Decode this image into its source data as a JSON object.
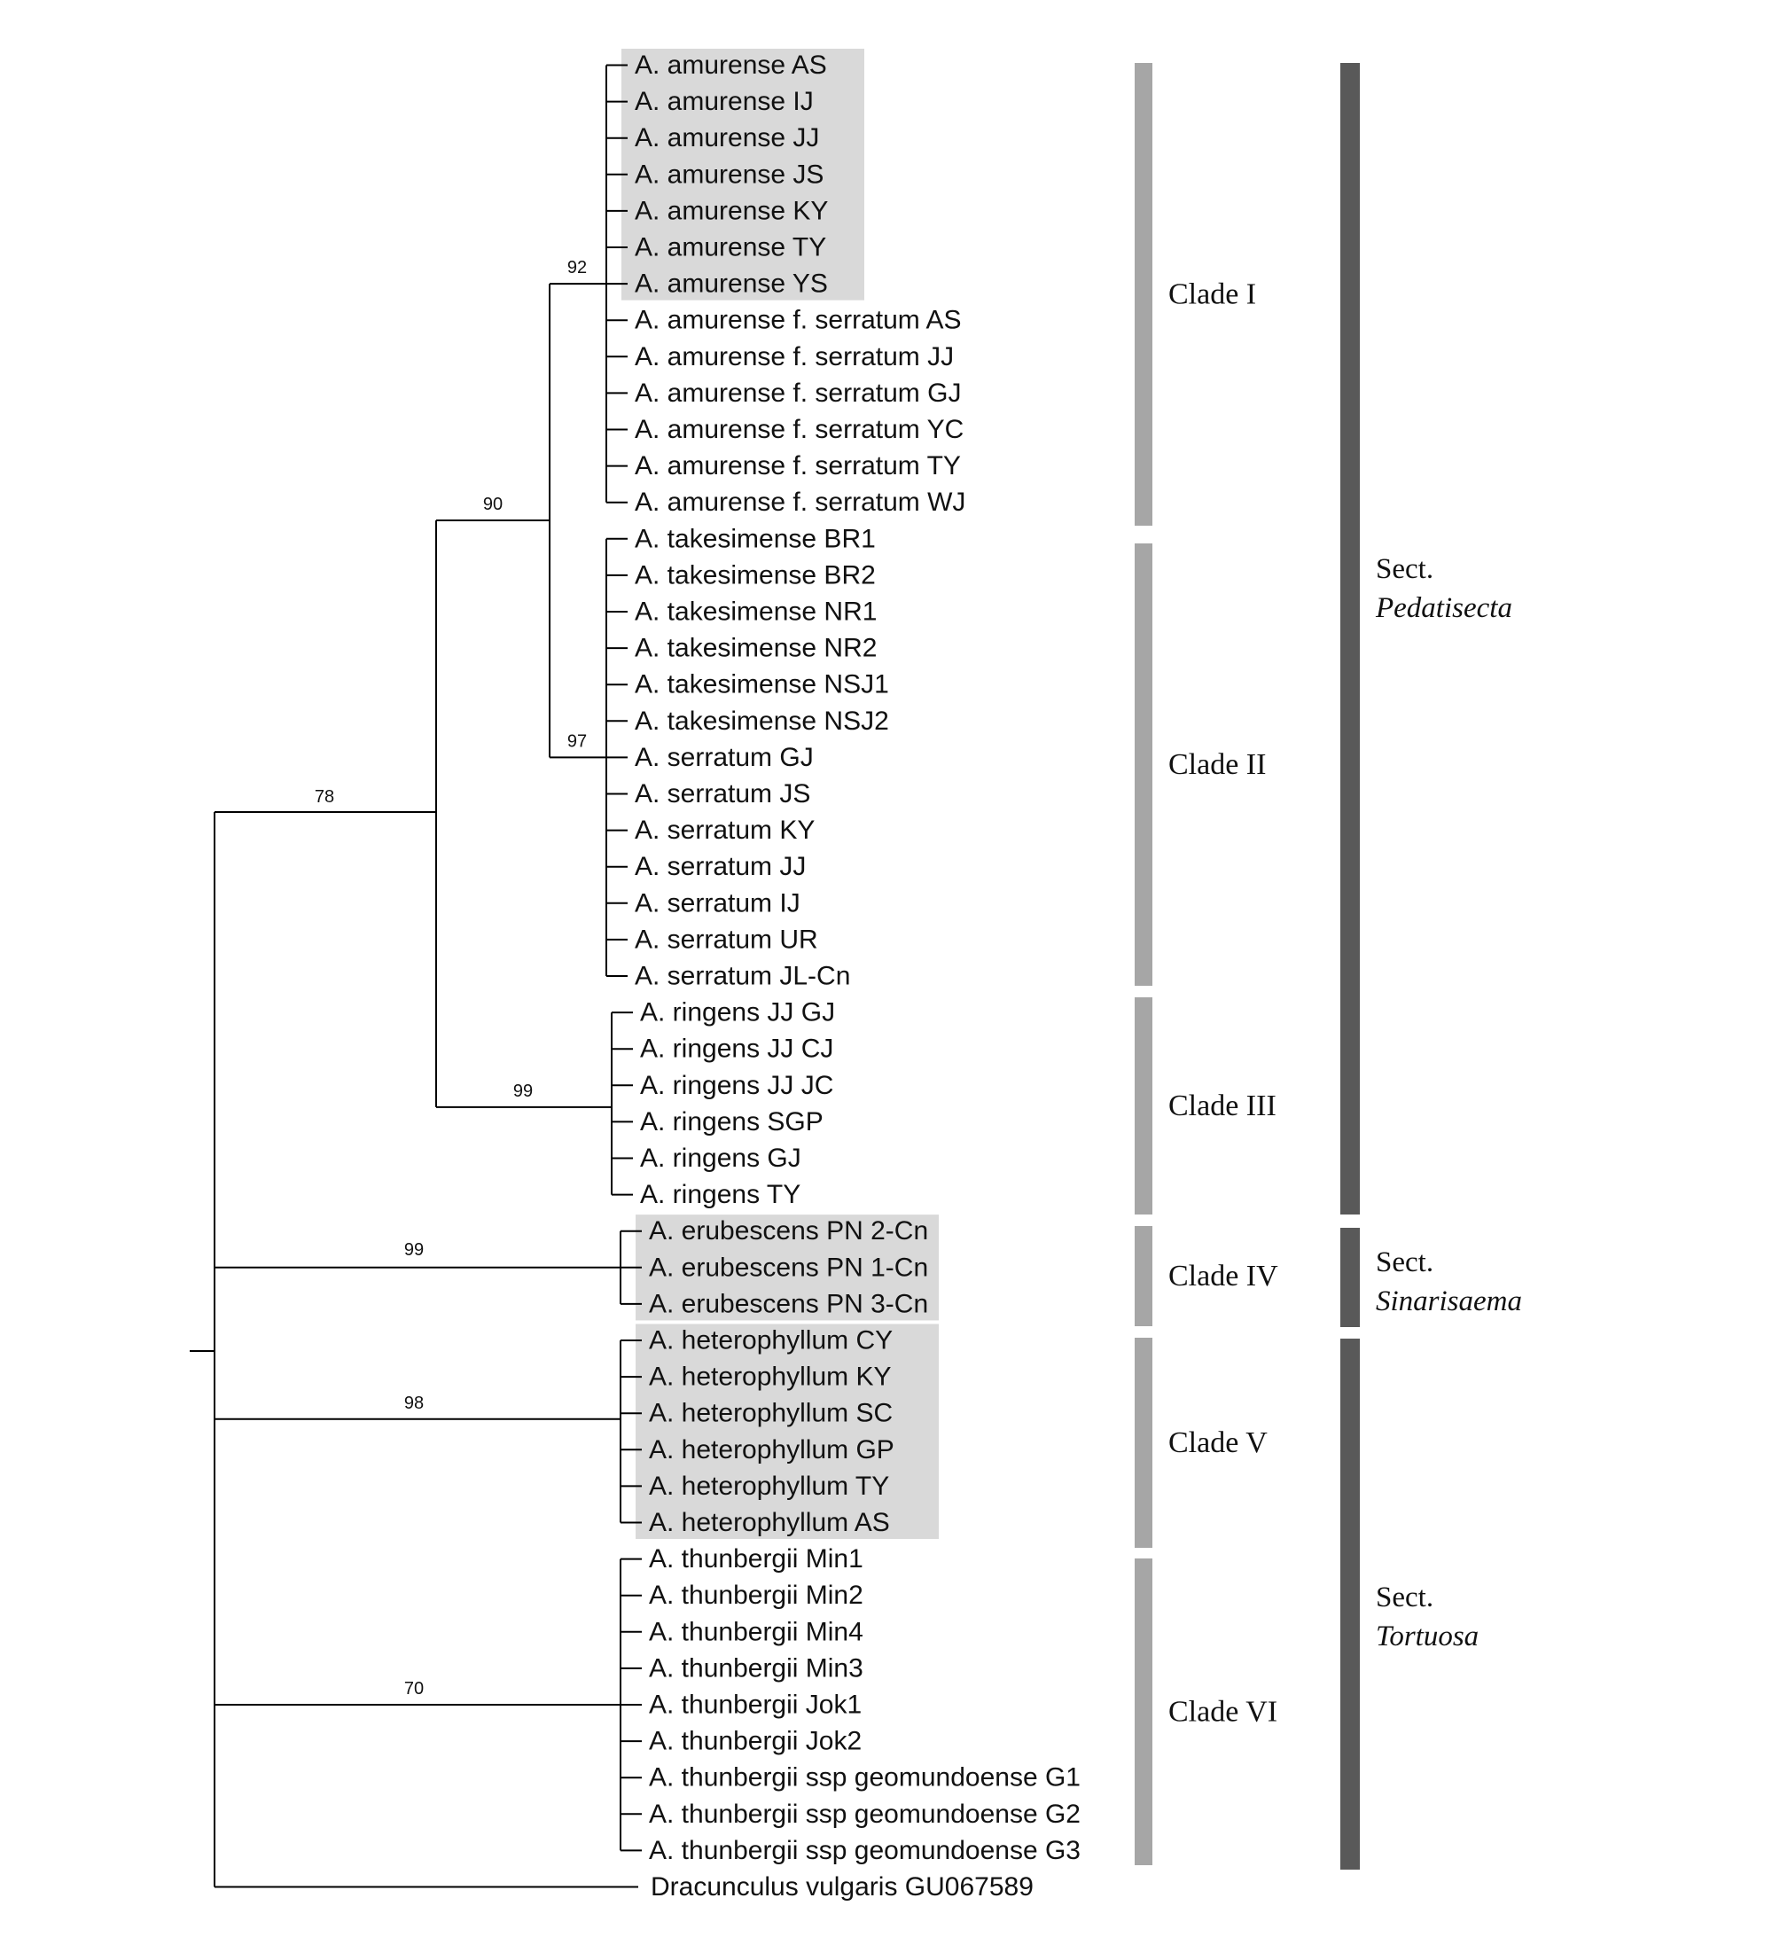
{
  "colors": {
    "highlight": "#d9d9d9",
    "clade_bar": "#a6a6a6",
    "section_bar": "#595959",
    "line": "#000000"
  },
  "tree": {
    "outgroup": "Dracunculus vulgaris GU067589",
    "bootstrap": {
      "amurense_clade": "92",
      "clades_I_II": "90",
      "clade_II": "97",
      "pedatisecta": "78",
      "clade_III": "99",
      "clade_IV": "99",
      "clade_V": "98",
      "clade_VI": "70"
    },
    "groups": [
      {
        "key": "clade1",
        "highlighted_count": 7,
        "taxa": [
          "A. amurense AS",
          "A. amurense IJ",
          "A. amurense JJ",
          "A. amurense JS",
          "A. amurense KY",
          "A. amurense TY",
          "A. amurense YS",
          "A. amurense f. serratum AS",
          "A. amurense f. serratum JJ",
          "A. amurense f. serratum GJ",
          "A. amurense f. serratum YC",
          "A. amurense f. serratum TY",
          "A. amurense f. serratum WJ"
        ]
      },
      {
        "key": "clade2",
        "highlighted_count": 0,
        "taxa": [
          "A. takesimense BR1",
          "A. takesimense BR2",
          "A. takesimense NR1",
          "A. takesimense NR2",
          "A. takesimense NSJ1",
          "A. takesimense NSJ2",
          "A. serratum GJ",
          "A. serratum JS",
          "A. serratum KY",
          "A. serratum JJ",
          "A. serratum IJ",
          "A. serratum UR",
          "A. serratum JL-Cn"
        ]
      },
      {
        "key": "clade3",
        "highlighted_count": 0,
        "taxa": [
          "A. ringens JJ GJ",
          "A. ringens JJ CJ",
          "A. ringens JJ JC",
          "A. ringens SGP",
          "A. ringens GJ",
          "A. ringens TY"
        ]
      },
      {
        "key": "clade4",
        "highlighted_count": 3,
        "taxa": [
          "A. erubescens PN 2-Cn",
          "A. erubescens PN 1-Cn",
          "A. erubescens PN 3-Cn"
        ]
      },
      {
        "key": "clade5",
        "highlighted_count": 6,
        "taxa": [
          "A. heterophyllum CY",
          "A. heterophyllum KY",
          "A. heterophyllum SC",
          "A. heterophyllum GP",
          "A. heterophyllum TY",
          "A. heterophyllum AS"
        ]
      },
      {
        "key": "clade6",
        "highlighted_count": 0,
        "taxa": [
          "A. thunbergii Min1",
          "A. thunbergii Min2",
          "A. thunbergii Min4",
          "A. thunbergii Min3",
          "A. thunbergii Jok1",
          "A. thunbergii Jok2",
          "A. thunbergii ssp geomundoense G1",
          "A. thunbergii ssp geomundoense G2",
          "A. thunbergii ssp geomundoense G3"
        ]
      }
    ]
  },
  "clades": [
    "Clade I",
    "Clade II",
    "Clade III",
    "Clade IV",
    "Clade V",
    "Clade VI"
  ],
  "sections": [
    {
      "line1": "Sect.",
      "line2": "Pedatisecta"
    },
    {
      "line1": "Sect.",
      "line2": "Sinarisaema"
    },
    {
      "line1": "Sect.",
      "line2": "Tortuosa"
    }
  ]
}
